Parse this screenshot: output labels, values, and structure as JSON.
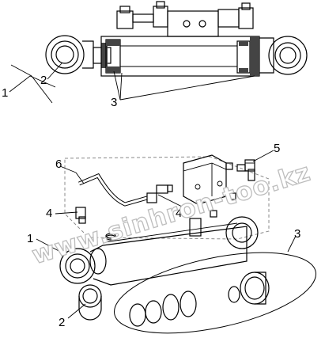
{
  "diagram": {
    "top_callouts": [
      "1",
      "2",
      "3"
    ],
    "exploded_callouts": [
      "1",
      "2",
      "3",
      "4",
      "4",
      "5",
      "6"
    ],
    "watermark": "www.sinhron-too.kz"
  }
}
